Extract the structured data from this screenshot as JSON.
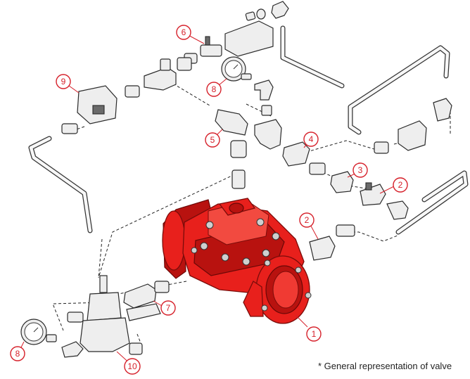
{
  "callouts": [
    {
      "id": "c1",
      "label": "1"
    },
    {
      "id": "c2a",
      "label": "2"
    },
    {
      "id": "c2b",
      "label": "2"
    },
    {
      "id": "c3",
      "label": "3"
    },
    {
      "id": "c4",
      "label": "4"
    },
    {
      "id": "c5",
      "label": "5"
    },
    {
      "id": "c6",
      "label": "6"
    },
    {
      "id": "c7",
      "label": "7"
    },
    {
      "id": "c8a",
      "label": "8"
    },
    {
      "id": "c8b",
      "label": "8"
    },
    {
      "id": "c9",
      "label": "9"
    },
    {
      "id": "c10",
      "label": "10"
    }
  ],
  "footnote": "* General representation of valve",
  "colors": {
    "valve": "#e8201c",
    "callout": "#d6202a",
    "line": "#2a2a2a"
  }
}
